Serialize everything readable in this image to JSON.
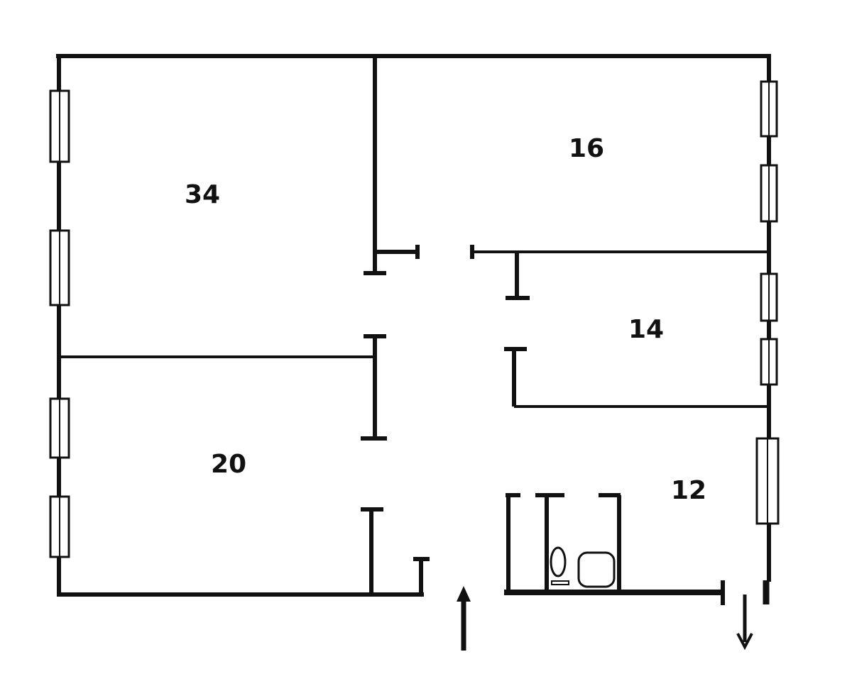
{
  "plan": {
    "rooms": [
      {
        "id": "room-a",
        "area": "34"
      },
      {
        "id": "room-b",
        "area": "16"
      },
      {
        "id": "room-c",
        "area": "14"
      },
      {
        "id": "room-d",
        "area": "20"
      },
      {
        "id": "room-e",
        "area": "12"
      }
    ],
    "line_color": "#111111",
    "background": "#ffffff"
  }
}
